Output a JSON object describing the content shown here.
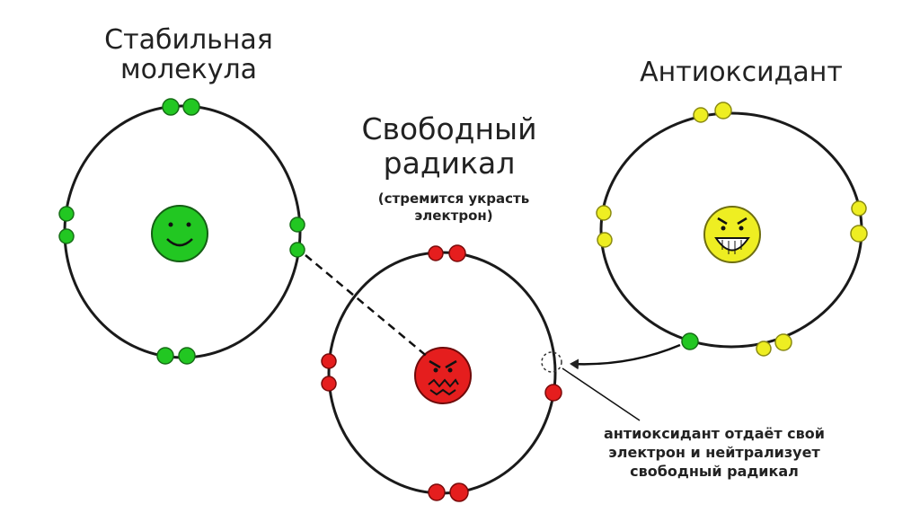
{
  "stable": {
    "title_line1": "Стабильная",
    "title_line2": "молекула",
    "color": "#22c722",
    "face": "smile-face-icon"
  },
  "radical": {
    "title_line1": "Свободный",
    "title_line2": "радикал",
    "subtitle_line1": "(стремится украсть",
    "subtitle_line2": "электрон)",
    "color": "#e51e1e",
    "face": "angry-face-icon"
  },
  "antioxidant": {
    "title": "Антиоксидант",
    "color": "#eeee22",
    "face": "grin-face-icon"
  },
  "note": {
    "line1": "антиоксидант отдаёт свой",
    "line2": "электрон и нейтрализует",
    "line3": "свободный радикал"
  }
}
